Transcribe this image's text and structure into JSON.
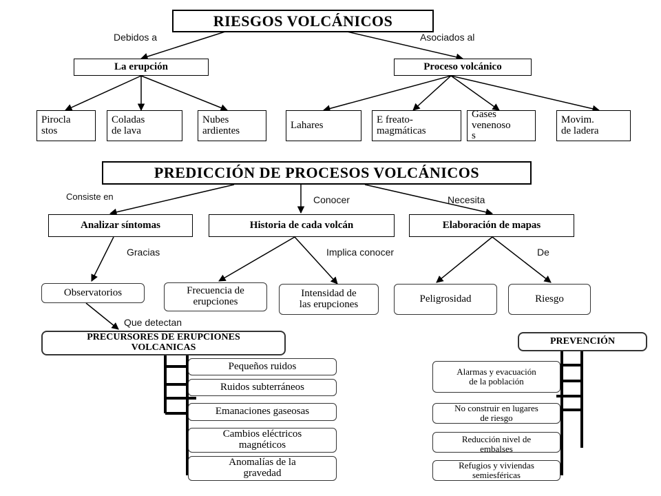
{
  "title_riesgos": "RIESGOS  VOLCÁNICOS",
  "link_debidos": "Debidos a",
  "link_asociados": "Asociados al",
  "erupcion": "La erupción",
  "proceso": "Proceso volcánico",
  "erupcion_children": [
    "Pirocla\nstos",
    "Coladas\nde lava",
    "Nubes\nardientes"
  ],
  "proceso_children": [
    "Lahares",
    "E freato-\nmagmáticas",
    "Gases\nvenenoso\ns",
    "Movim.\nde ladera"
  ],
  "title_prediccion": "PREDICCIÓN DE PROCESOS VOLCÁNICOS",
  "link_consiste": "Consiste en",
  "link_conocer": "Conocer",
  "link_necesita": "Necesita",
  "analizar": "Analizar síntomas",
  "historia": "Historia de cada volcán",
  "mapas": "Elaboración de mapas",
  "link_gracias": "Gracias",
  "link_implica": "Implica conocer",
  "link_de": "De",
  "observatorios": "Observatorios",
  "frecuencia": "Frecuencia de\nerupciones",
  "intensidad": "Intensidad de\nlas erupciones",
  "peligrosidad": "Peligrosidad",
  "riesgo": "Riesgo",
  "link_detectan": "Que detectan",
  "precursores": "PRECURSORES DE ERUPCIONES\nVOLCANICAS",
  "precursores_items": [
    "Pequeños  ruidos",
    "Ruidos subterráneos",
    "Emanaciones gaseosas",
    "Cambios eléctricos\nmagnéticos",
    "Anomalías de la\ngravedad"
  ],
  "prevencion": "PREVENCIÓN",
  "prevencion_items": [
    "Alarmas y evacuación\nde la población",
    "No construir en lugares\nde riesgo",
    "Reducción nivel de\nembalses",
    "Refugios y viviendas\nsemiesféricas"
  ]
}
